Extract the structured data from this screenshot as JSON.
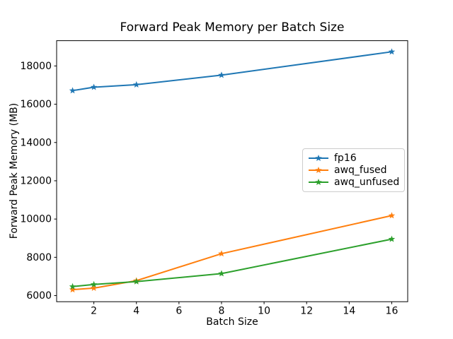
{
  "figure": {
    "background": "#ffffff",
    "axes_edge_color": "#000000",
    "tick_label_color": "#000000"
  },
  "chart_data": {
    "type": "line",
    "title": "Forward Peak Memory per Batch Size",
    "xlabel": "Batch Size",
    "ylabel": "Forward Peak Memory (MB)",
    "x": [
      1,
      2,
      4,
      8,
      16
    ],
    "series": [
      {
        "name": "fp16",
        "color": "#1f77b4",
        "marker": "star",
        "values": [
          16710,
          16890,
          17020,
          17520,
          18740
        ]
      },
      {
        "name": "awq_fused",
        "color": "#ff7f0e",
        "marker": "star",
        "values": [
          6310,
          6390,
          6780,
          8190,
          10180
        ]
      },
      {
        "name": "awq_unfused",
        "color": "#2ca02c",
        "marker": "star",
        "values": [
          6470,
          6580,
          6730,
          7150,
          8950
        ]
      }
    ],
    "xlim": [
      0.25,
      16.75
    ],
    "ylim": [
      5680,
      19320
    ],
    "xticks": [
      2,
      4,
      6,
      8,
      10,
      12,
      14,
      16
    ],
    "yticks": [
      6000,
      8000,
      10000,
      12000,
      14000,
      16000,
      18000
    ],
    "grid": false,
    "legend_position": "center right"
  }
}
